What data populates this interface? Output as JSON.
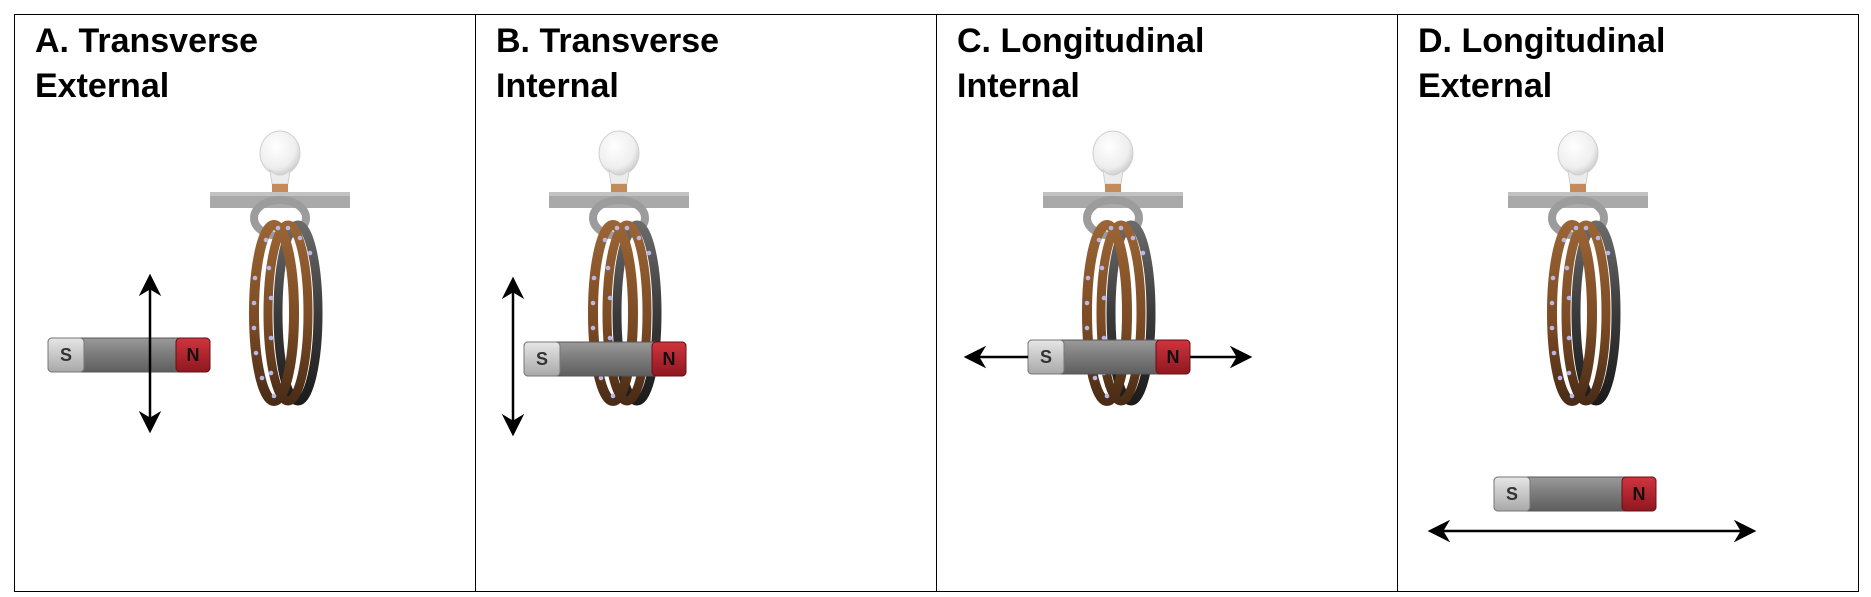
{
  "panels": [
    {
      "key": "A",
      "title_line1": "A. Transverse",
      "title_line2": "External"
    },
    {
      "key": "B",
      "title_line1": "B. Transverse",
      "title_line2": "Internal"
    },
    {
      "key": "C",
      "title_line1": "C. Longitudinal",
      "title_line2": "Internal"
    },
    {
      "key": "D",
      "title_line1": "D. Longitudinal",
      "title_line2": "External"
    }
  ],
  "magnet": {
    "south_label": "S",
    "north_label": "N"
  },
  "colors": {
    "magnet_south": "#c8c8c8",
    "magnet_body": "#7a7a7a",
    "magnet_north": "#b2222c",
    "coil_copper": "#8a5528",
    "coil_dark": "#2e2218",
    "holder": "#a7a7a7",
    "bulb": "#f4f4f4",
    "arrow": "#000000"
  },
  "motion": {
    "A": "vertical",
    "B": "vertical",
    "C": "horizontal",
    "D": "horizontal"
  }
}
